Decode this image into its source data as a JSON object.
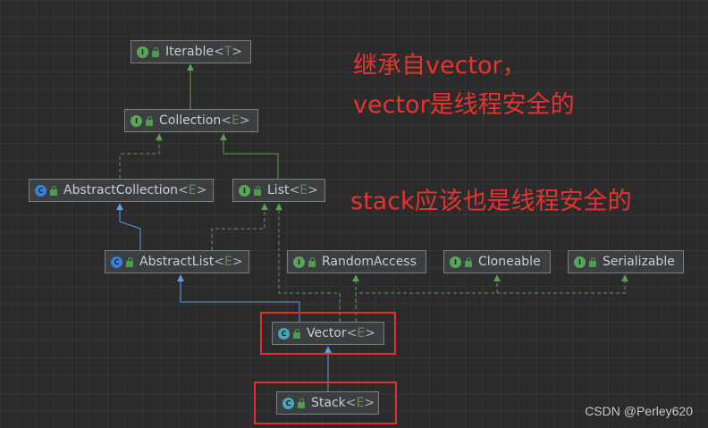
{
  "diagram": {
    "nodes": {
      "iterable": {
        "name": "Iterable",
        "open": "<",
        "type_param": "T",
        "close": ">",
        "kind": "I"
      },
      "collection": {
        "name": "Collection",
        "open": "<",
        "type_param": "E",
        "close": ">",
        "kind": "I"
      },
      "abstract_collection": {
        "name": "AbstractCollection",
        "open": "<",
        "type_param": "E",
        "close": ">",
        "kind": "C"
      },
      "list": {
        "name": "List",
        "open": "<",
        "type_param": "E",
        "close": ">",
        "kind": "I"
      },
      "abstract_list": {
        "name": "AbstractList",
        "open": "<",
        "type_param": "E",
        "close": ">",
        "kind": "C"
      },
      "random_access": {
        "name": "RandomAccess",
        "kind": "I"
      },
      "cloneable": {
        "name": "Cloneable",
        "kind": "I"
      },
      "serializable": {
        "name": "Serializable",
        "kind": "I"
      },
      "vector": {
        "name": "Vector",
        "open": "<",
        "type_param": "E",
        "close": ">",
        "kind": "C"
      },
      "stack": {
        "name": "Stack",
        "open": "<",
        "type_param": "E",
        "close": ">",
        "kind": "C"
      }
    },
    "edges": [
      {
        "from": "Collection",
        "to": "Iterable",
        "style": "extends"
      },
      {
        "from": "AbstractCollection",
        "to": "Collection",
        "style": "implements"
      },
      {
        "from": "List",
        "to": "Collection",
        "style": "extends"
      },
      {
        "from": "AbstractList",
        "to": "AbstractCollection",
        "style": "extends"
      },
      {
        "from": "AbstractList",
        "to": "List",
        "style": "implements"
      },
      {
        "from": "Vector",
        "to": "AbstractList",
        "style": "extends"
      },
      {
        "from": "Vector",
        "to": "List",
        "style": "implements"
      },
      {
        "from": "Vector",
        "to": "RandomAccess",
        "style": "implements"
      },
      {
        "from": "Vector",
        "to": "Cloneable",
        "style": "implements"
      },
      {
        "from": "Vector",
        "to": "Serializable",
        "style": "implements"
      },
      {
        "from": "Stack",
        "to": "Vector",
        "style": "extends"
      }
    ]
  },
  "annotations": {
    "line1": "继承自vector，",
    "line2": "vector是线程安全的",
    "line3": "stack应该也是线程安全的"
  },
  "watermark": "CSDN @Perley620",
  "colors": {
    "background": "#2b2b2b",
    "interface_arrow": "#5f9e4f",
    "class_arrow": "#5c9ee6",
    "annotation_red": "#e8322f",
    "highlight_box": "#e0312f"
  }
}
